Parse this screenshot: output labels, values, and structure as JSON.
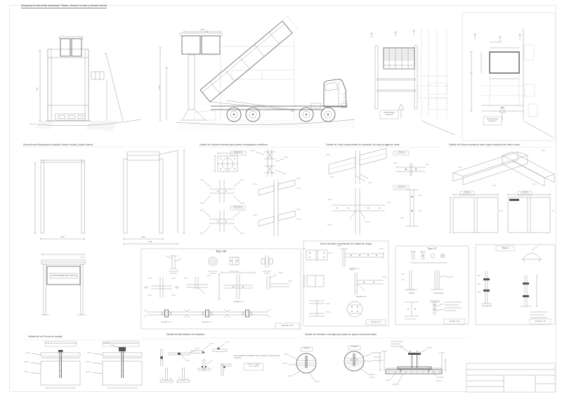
{
  "sheet": {
    "note": "Maquinaria industrial instalada: Planta, Alzado frontal y Alzado lateral"
  },
  "labels": {
    "descarrega_line1": "Descàrrega",
    "descarrega_line2": "camions",
    "sign_text": "CARGA PERIMETRAL 5000 kg"
  },
  "captions": {
    "row2_left": "Dimensiones Marquesina industrial: Alzado frontal y Alzado lateral",
    "panel_a": "Detalle de Uniones internas para pilares rectangulares metálicos",
    "panel_b": "Detalle de Unión desmontable en travesaño de viga de caja con alma",
    "panel_c": "Detalle de Entrecruzamiento entre vigas metálicas del mismo canto",
    "pernos": "Detalle de los Pernos de anclaje",
    "soldadura": "Detalle de Alternativas de soldadura",
    "placa": "Detalle de Remates o anclaje para placa de apoyos convencionales"
  },
  "panels": {
    "tipo1b": {
      "title": "Tipo 1B",
      "scale": "Escala 1:20",
      "sections": [
        "Sección 1 - 1",
        "Sección 2 - 2",
        "Sección 3 - 3"
      ]
    },
    "nudo": {
      "title": "Nudo inclinado sustentación de forjado de chapa",
      "scale": "Escala 1:10",
      "sections": [
        "Sección A - A",
        "Sección B - B"
      ]
    },
    "tipo2t": {
      "title": "Tipo 2T",
      "scale": "Escala 1:10",
      "views": [
        "Alzado",
        "Vista lateral"
      ]
    },
    "tipo3": {
      "title": "Tipo 3",
      "scale": "Escala 1:10"
    }
  },
  "refs": {
    "a1": "Unión tipo 1",
    "a2": "Unión tipo 2",
    "b1": "Tipo 1A",
    "b2": "Tipo 1B",
    "c1": "Tipo 2A",
    "c2": "Tipo 2B"
  },
  "details": {
    "anchor_natural": "Detalle del anclaje de perno (para terreno natural)",
    "anchor_paving": "Detalle del anclaje de perno (para pavimento existente)",
    "weld_note": "Las escuadras de soldadura serán continuas y de penetración completa",
    "weld_box_line1": "a = 0,7 · e (mín)",
    "weld_box_line2": "l ≥ 6 · a (mín)",
    "detail_a": "Detalle A",
    "detail_b": "Detalle B"
  },
  "dimensions": {
    "side_height": "7500",
    "hopper_height": "7200",
    "hopper_width": "2520",
    "frame_a_width": "2520",
    "frame_b_width": "3040",
    "frame_b_total": "3720",
    "plan_width": "4550"
  }
}
